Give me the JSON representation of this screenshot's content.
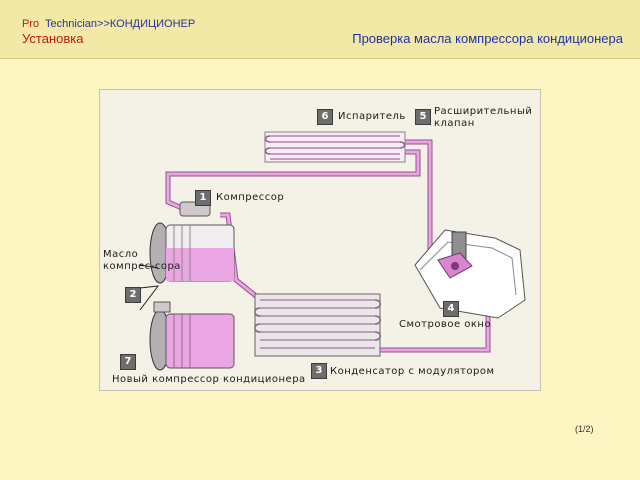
{
  "header": {
    "brand": "Pro",
    "breadcrumb": "Technician>>КОНДИЦИОНЕР",
    "section": "Установка",
    "subtitle": "Проверка масла компрессора кондиционера"
  },
  "diagram": {
    "callouts": [
      {
        "number": "1",
        "label": "Компрессор"
      },
      {
        "number": "2",
        "label_line1": "Масло",
        "label_line2": "компрес-сора"
      },
      {
        "number": "3",
        "label": "Конденсатор с модулятором"
      },
      {
        "number": "4",
        "label": "Смотровое окно"
      },
      {
        "number": "5",
        "label_line1": "Расширительный",
        "label_line2": "клапан"
      },
      {
        "number": "6",
        "label": "Испаритель"
      },
      {
        "number": "7",
        "label": "Новый компрессор кондиционера"
      }
    ],
    "colors": {
      "pipe": "#e6a8de",
      "pipe_dark": "#9a4f94",
      "oil": "#e9a6e3",
      "compressor_body": "#f1eef2",
      "coil": "#c2c2c2"
    },
    "icons": [
      "compressor-icon",
      "new-compressor-icon",
      "evaporator-icon",
      "condenser-icon",
      "sight-glass-icon"
    ]
  },
  "footer": {
    "page_counter": "(1/2)"
  }
}
